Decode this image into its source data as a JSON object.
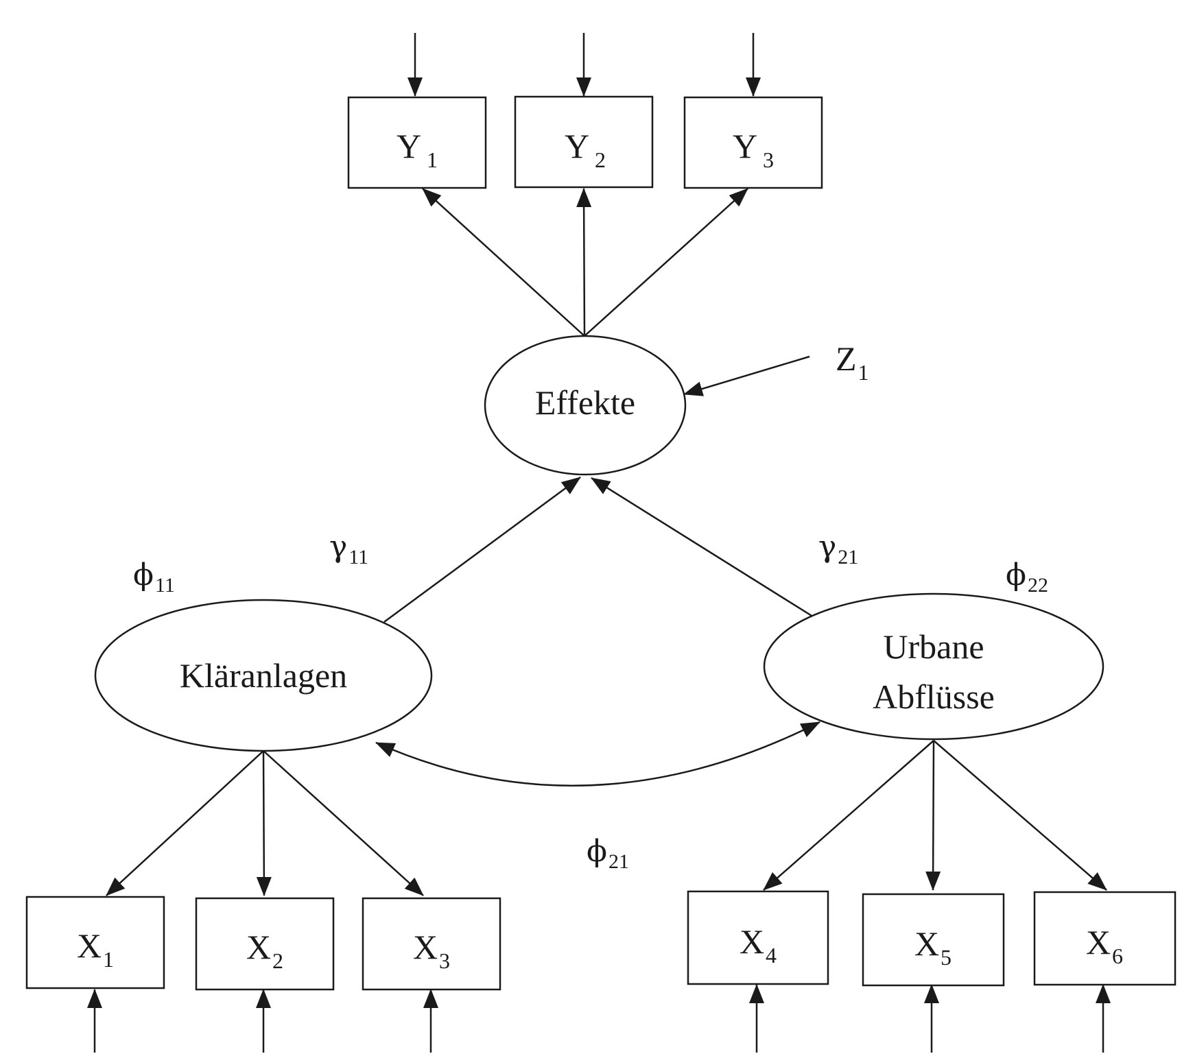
{
  "colors": {
    "ink": "#1a1a1a",
    "background": "#ffffff"
  },
  "observed_y": [
    {
      "main": "Y",
      "sub": "1"
    },
    {
      "main": "Y",
      "sub": "2"
    },
    {
      "main": "Y",
      "sub": "3"
    }
  ],
  "observed_x": [
    {
      "main": "X",
      "sub": "1"
    },
    {
      "main": "X",
      "sub": "2"
    },
    {
      "main": "X",
      "sub": "3"
    },
    {
      "main": "X",
      "sub": "4"
    },
    {
      "main": "X",
      "sub": "5"
    },
    {
      "main": "X",
      "sub": "6"
    }
  ],
  "latent": {
    "effekte": "Effekte",
    "klaeranlagen": "Kläranlagen",
    "urbane_line1": "Urbane",
    "urbane_line2": "Abflüsse"
  },
  "error_term": {
    "main": "Z",
    "sub": "1"
  },
  "params": {
    "gamma11": {
      "symbol": "γ",
      "sub": "11"
    },
    "gamma21": {
      "symbol": "γ",
      "sub": "21"
    },
    "phi11": {
      "symbol": "ϕ",
      "sub": "11"
    },
    "phi22": {
      "symbol": "ϕ",
      "sub": "22"
    },
    "phi21": {
      "symbol": "ϕ",
      "sub": "21"
    }
  }
}
